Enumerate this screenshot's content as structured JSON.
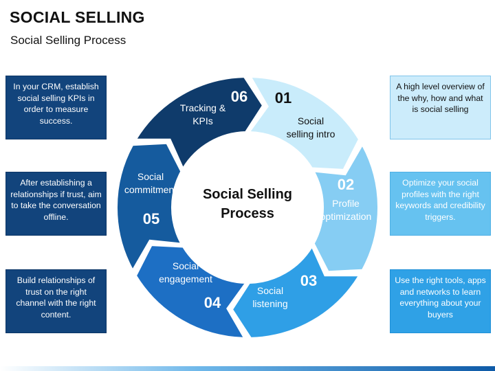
{
  "header": {
    "title": "SOCIAL SELLING",
    "subtitle": "Social Selling Process"
  },
  "center": {
    "line1": "Social Selling",
    "line2": "Process"
  },
  "segments": [
    {
      "number": "01",
      "lines": [
        "Social",
        "selling intro"
      ],
      "color": "#c9ecfb",
      "text_color": "#111111",
      "number_color": "#111111"
    },
    {
      "number": "02",
      "lines": [
        "Profile",
        "optimization"
      ],
      "color": "#86cdf3",
      "text_color": "#ffffff",
      "number_color": "#ffffff"
    },
    {
      "number": "03",
      "lines": [
        "Social",
        "listening"
      ],
      "color": "#2f9fe6",
      "text_color": "#ffffff",
      "number_color": "#ffffff"
    },
    {
      "number": "04",
      "lines": [
        "Social",
        "engagement"
      ],
      "color": "#1d6fc4",
      "text_color": "#ffffff",
      "number_color": "#ffffff"
    },
    {
      "number": "05",
      "lines": [
        "Social",
        "commitment"
      ],
      "color": "#155b9e",
      "text_color": "#ffffff",
      "number_color": "#ffffff"
    },
    {
      "number": "06",
      "lines": [
        "Tracking &",
        "KPIs"
      ],
      "color": "#0f3b6b",
      "text_color": "#ffffff",
      "number_color": "#ffffff"
    }
  ],
  "boxes": {
    "left_top": "In your CRM, establish social selling KPIs in order to measure success.",
    "left_middle": "After establishing a relationships if trust, aim to take the conversation offline.",
    "left_bottom": "Build relationships of trust on the right channel with the right content.",
    "right_top": "A high level overview of the why, how and what is social selling",
    "right_middle": "Optimize your social profiles with the right keywords and credibility triggers.",
    "right_bottom": "Use the right tools, apps and networks to learn everything about your buyers"
  }
}
